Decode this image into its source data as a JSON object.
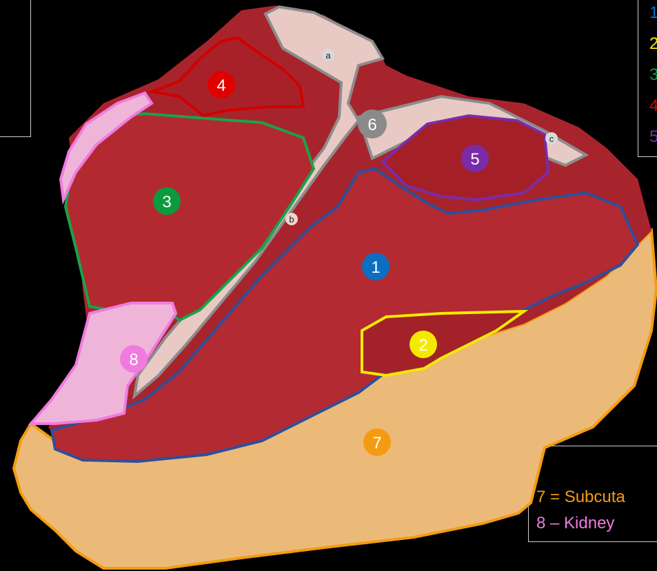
{
  "markers": [
    {
      "id": "m1",
      "label": "1",
      "color": "#0a6fc2"
    },
    {
      "id": "m2",
      "label": "2",
      "color": "#f4ea00"
    },
    {
      "id": "m3",
      "label": "3",
      "color": "#0c9a3e"
    },
    {
      "id": "m4",
      "label": "4",
      "color": "#e00000"
    },
    {
      "id": "m5",
      "label": "5",
      "color": "#7a2ca8"
    },
    {
      "id": "m6",
      "label": "6",
      "color": "#8a8a8a"
    },
    {
      "id": "m7",
      "label": "7",
      "color": "#f39c12"
    },
    {
      "id": "m8",
      "label": "8",
      "color": "#f07be0"
    }
  ],
  "bone_labels": [
    "a",
    "b",
    "c"
  ],
  "legend_right": [
    {
      "text": "1",
      "color": "#0a6fc2"
    },
    {
      "text": "2",
      "color": "#f4ea00"
    },
    {
      "text": "3",
      "color": "#0c9a3e"
    },
    {
      "text": "4",
      "color": "#e00000"
    },
    {
      "text": "5",
      "color": "#7a2ca8"
    }
  ],
  "legend_bottom": [
    {
      "text": "7 = Subcuta",
      "color": "#f39c12"
    },
    {
      "text": "8 – Kidney",
      "color": "#f07be0"
    }
  ],
  "outline_colors": {
    "bone": "#8c8c8c",
    "fat": "#f39c12",
    "meat1": "#2e4f9a",
    "meat2": "#f4ea00",
    "meat3": "#19a34a",
    "meat4": "#d10000",
    "meat5": "#7a2ca8",
    "kidney": "#f07be0"
  }
}
